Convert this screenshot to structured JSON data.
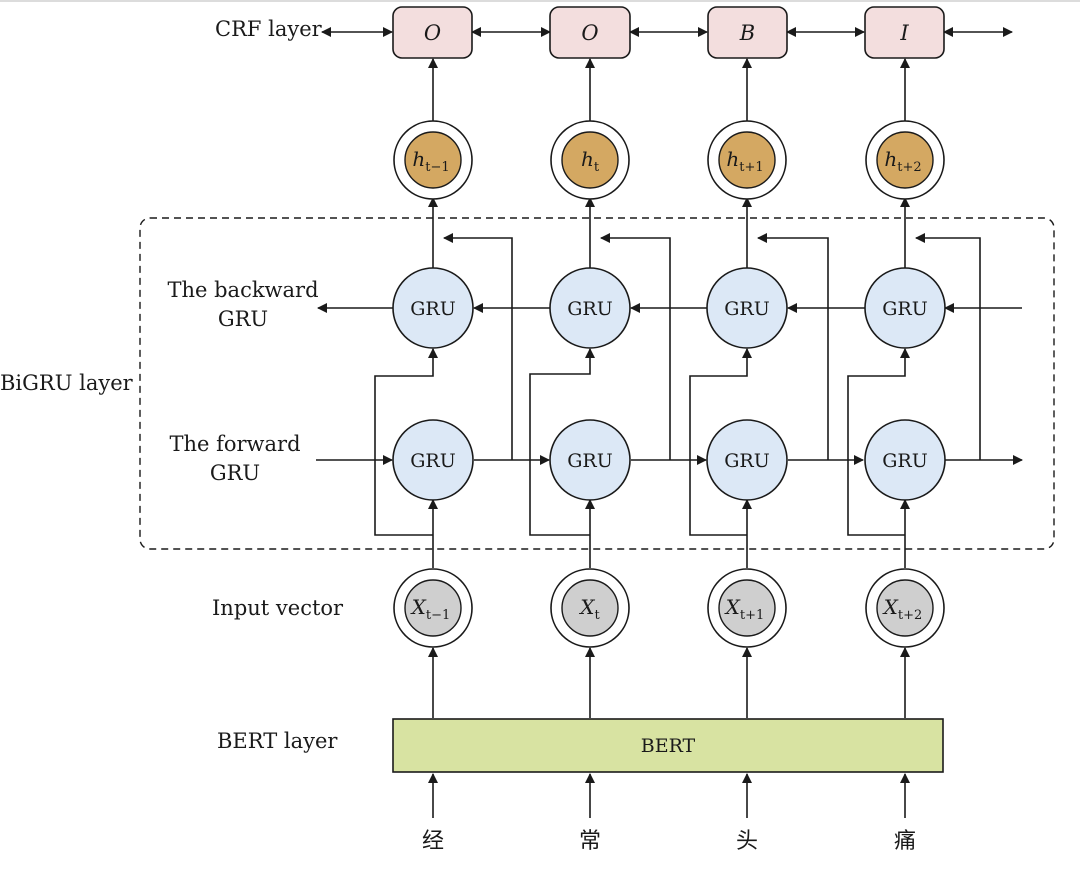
{
  "layers": {
    "crf": "CRF layer",
    "backward_gru_line1": "The backward",
    "backward_gru_line2": "GRU",
    "bigru": "BiGRU layer",
    "forward_gru_line1": "The forward",
    "forward_gru_line2": "GRU",
    "input_vector": "Input vector",
    "bert": "BERT layer"
  },
  "bert_box_label": "BERT",
  "gru_label": "GRU",
  "tags": [
    "O",
    "O",
    "B",
    "I"
  ],
  "hidden_states": [
    {
      "main": "h",
      "sub": "t−1"
    },
    {
      "main": "h",
      "sub": "t"
    },
    {
      "main": "h",
      "sub": "t+1"
    },
    {
      "main": "h",
      "sub": "t+2"
    }
  ],
  "inputs": [
    {
      "main": "X",
      "sub": "t−1"
    },
    {
      "main": "X",
      "sub": "t"
    },
    {
      "main": "X",
      "sub": "t+1"
    },
    {
      "main": "X",
      "sub": "t+2"
    }
  ],
  "tokens": [
    "经",
    "常",
    "头",
    "痛"
  ],
  "colors": {
    "tag_fill": "#f3dede",
    "hidden_fill": "#d4a862",
    "gru_fill": "#dce8f6",
    "input_fill": "#cfcfcf",
    "bert_fill": "#d8e3a2"
  }
}
